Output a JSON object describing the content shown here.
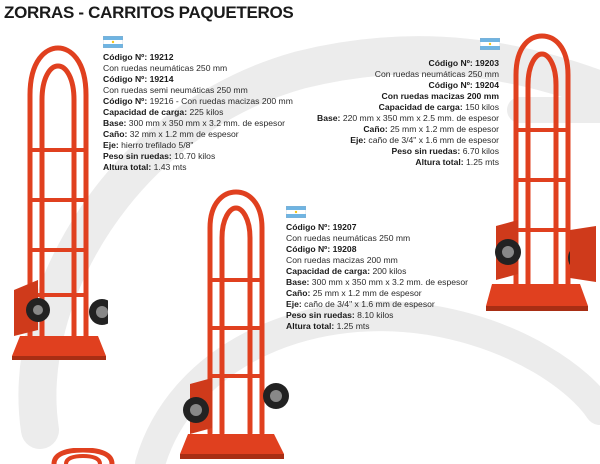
{
  "title": "ZORRAS - CARRITOS PAQUETEROS",
  "colors": {
    "cart_red": "#e0401f",
    "flag_blue": "#6fb4e2",
    "background_swoosh": "#ececec"
  },
  "products": [
    {
      "lines": [
        {
          "label": "Código Nº:",
          "value": "19212"
        },
        {
          "label": "",
          "value": "Con ruedas neumáticas 250 mm"
        },
        {
          "label": "Código Nº:",
          "value": "19214"
        },
        {
          "label": "",
          "value": "Con ruedas semi neumáticas 250 mm"
        },
        {
          "label": "Código Nº:",
          "value": "19216 - Con ruedas macizas 200 mm"
        },
        {
          "label": "Capacidad de carga:",
          "value": "225 kilos"
        },
        {
          "label": "Base:",
          "value": "300 mm x 350 mm x 3.2 mm. de espesor"
        },
        {
          "label": "Caño:",
          "value": "32 mm x 1.2 mm de espesor"
        },
        {
          "label": "Eje:",
          "value": "hierro trefilado 5/8\""
        },
        {
          "label": "Peso sin ruedas:",
          "value": "10.70  kilos"
        },
        {
          "label": "Altura total:",
          "value": "1.43 mts"
        }
      ]
    },
    {
      "lines": [
        {
          "label": "Código Nº:",
          "value": "19203"
        },
        {
          "label": "",
          "value": "Con ruedas neumáticas 250 mm"
        },
        {
          "label": "Código Nº:",
          "value": "19204"
        },
        {
          "label": "Con ruedas macizas 200 mm",
          "value": ""
        },
        {
          "label": "Capacidad de carga:",
          "value": "150 kilos"
        },
        {
          "label": "Base:",
          "value": "220 mm x 350 mm x 2.5 mm. de espesor"
        },
        {
          "label": "Caño:",
          "value": "25 mm x 1.2 mm de espesor"
        },
        {
          "label": "Eje:",
          "value": "caño de 3/4\" x 1.6 mm de espesor"
        },
        {
          "label": "Peso sin ruedas:",
          "value": "6.70 kilos"
        },
        {
          "label": "Altura total:",
          "value": "1.25 mts"
        }
      ]
    },
    {
      "lines": [
        {
          "label": "Código Nº:",
          "value": "19207"
        },
        {
          "label": "",
          "value": "Con ruedas neumáticas 250 mm"
        },
        {
          "label": "Código Nº:",
          "value": "19208"
        },
        {
          "label": "",
          "value": "Con ruedas macizas 200 mm"
        },
        {
          "label": "Capacidad de carga:",
          "value": "200 kilos"
        },
        {
          "label": "Base:",
          "value": "300 mm x 350 mm x 3.2 mm. de espesor"
        },
        {
          "label": "Caño:",
          "value": "25 mm x 1.2 mm de espesor"
        },
        {
          "label": "Eje:",
          "value": "caño de 3/4\" x 1.6 mm de espesor"
        },
        {
          "label": "Peso sin ruedas:",
          "value": "8.10  kilos"
        },
        {
          "label": "Altura total:",
          "value": "1.25 mts"
        }
      ]
    }
  ]
}
